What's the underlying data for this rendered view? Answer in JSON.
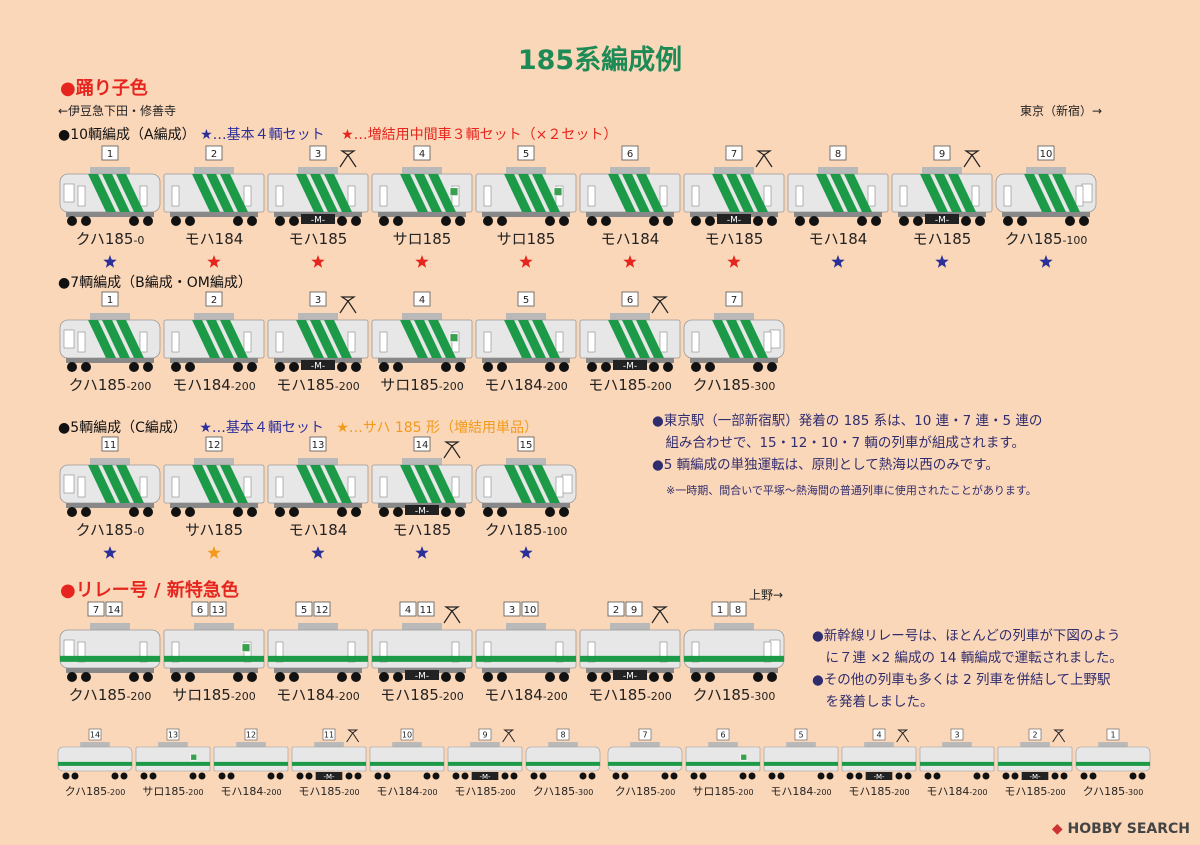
{
  "title": "185系編成例",
  "odoriko": {
    "heading": "●踊り子色",
    "dir_left": "←伊豆急下田・修善寺",
    "dir_right": "東京（新宿）→",
    "f10": {
      "head_a": "●10輌編成（A編成）",
      "head_b": "★…基本４輌セット",
      "head_c": "★…増結用中間車３輌セット（×２セット）",
      "cars": [
        {
          "no": "1",
          "name": "クハ185",
          "sub": "-0",
          "star": "blue"
        },
        {
          "no": "2",
          "name": "モハ184",
          "sub": "",
          "star": "red"
        },
        {
          "no": "3",
          "name": "モハ185",
          "sub": "",
          "star": "red",
          "m": true,
          "panto": true
        },
        {
          "no": "4",
          "name": "サロ185",
          "sub": "",
          "star": "red",
          "green": true
        },
        {
          "no": "5",
          "name": "サロ185",
          "sub": "",
          "star": "red",
          "green": true
        },
        {
          "no": "6",
          "name": "モハ184",
          "sub": "",
          "star": "red"
        },
        {
          "no": "7",
          "name": "モハ185",
          "sub": "",
          "star": "red",
          "m": true,
          "panto": true
        },
        {
          "no": "8",
          "name": "モハ184",
          "sub": "",
          "star": "blue"
        },
        {
          "no": "9",
          "name": "モハ185",
          "sub": "",
          "star": "blue",
          "m": true,
          "panto": true
        },
        {
          "no": "10",
          "name": "クハ185",
          "sub": "-100",
          "star": "blue"
        }
      ]
    },
    "f7": {
      "head": "●7輌編成（B編成・OM編成）",
      "cars": [
        {
          "no": "1",
          "name": "クハ185",
          "sub": "-200"
        },
        {
          "no": "2",
          "name": "モハ184",
          "sub": "-200"
        },
        {
          "no": "3",
          "name": "モハ185",
          "sub": "-200",
          "m": true,
          "panto": true
        },
        {
          "no": "4",
          "name": "サロ185",
          "sub": "-200",
          "green": true
        },
        {
          "no": "5",
          "name": "モハ184",
          "sub": "-200"
        },
        {
          "no": "6",
          "name": "モハ185",
          "sub": "-200",
          "m": true,
          "panto": true
        },
        {
          "no": "7",
          "name": "クハ185",
          "sub": "-300"
        }
      ]
    },
    "f5": {
      "head_a": "●5輌編成（C編成）",
      "head_b": "★…基本４輌セット",
      "head_c": "★…サハ 185 形（増結用単品）",
      "cars": [
        {
          "no": "11",
          "name": "クハ185",
          "sub": "-0",
          "star": "blue"
        },
        {
          "no": "12",
          "name": "サハ185",
          "sub": "",
          "star": "orange"
        },
        {
          "no": "13",
          "name": "モハ184",
          "sub": "",
          "star": "blue"
        },
        {
          "no": "14",
          "name": "モハ185",
          "sub": "",
          "star": "blue",
          "m": true,
          "panto": true
        },
        {
          "no": "15",
          "name": "クハ185",
          "sub": "-100",
          "star": "blue"
        }
      ]
    },
    "notes": [
      "●東京駅（一部新宿駅）発着の 185 系は、10 連・7 連・5 連の",
      "　組み合わせで、15・12・10・7 輌の列車が組成されます。",
      "●5 輌編成の単独運転は、原則として熱海以西のみです。"
    ],
    "note_small": "※一時期、間合いで平塚〜熱海間の普通列車に使用されたことがあります。"
  },
  "relay": {
    "heading": "●リレー号 / 新特急色",
    "dir_right": "上野→",
    "cars": [
      {
        "n1": "7",
        "n2": "14",
        "name": "クハ185",
        "sub": "-200"
      },
      {
        "n1": "6",
        "n2": "13",
        "name": "サロ185",
        "sub": "-200",
        "green": true
      },
      {
        "n1": "5",
        "n2": "12",
        "name": "モハ184",
        "sub": "-200"
      },
      {
        "n1": "4",
        "n2": "11",
        "name": "モハ185",
        "sub": "-200",
        "m": true,
        "panto": true
      },
      {
        "n1": "3",
        "n2": "10",
        "name": "モハ184",
        "sub": "-200"
      },
      {
        "n1": "2",
        "n2": "9",
        "name": "モハ185",
        "sub": "-200",
        "m": true,
        "panto": true
      },
      {
        "n1": "1",
        "n2": "8",
        "name": "クハ185",
        "sub": "-300"
      }
    ],
    "notes": [
      "●新幹線リレー号は、ほとんどの列車が下図のよう",
      "　に７連 ×2 編成の 14 輌編成で運転されました。",
      "●その他の列車も多くは 2 列車を併結して上野駅",
      "　を発着しました。"
    ],
    "small_cars": [
      {
        "no": "14",
        "name": "クハ185",
        "sub": "-200"
      },
      {
        "no": "13",
        "name": "サロ185",
        "sub": "-200",
        "green": true
      },
      {
        "no": "12",
        "name": "モハ184",
        "sub": "-200"
      },
      {
        "no": "11",
        "name": "モハ185",
        "sub": "-200",
        "m": true,
        "panto": true
      },
      {
        "no": "10",
        "name": "モハ184",
        "sub": "-200"
      },
      {
        "no": "9",
        "name": "モハ185",
        "sub": "-200",
        "m": true,
        "panto": true
      },
      {
        "no": "8",
        "name": "クハ185",
        "sub": "-300"
      },
      {
        "no": "7",
        "name": "クハ185",
        "sub": "-200"
      },
      {
        "no": "6",
        "name": "サロ185",
        "sub": "-200",
        "green": true
      },
      {
        "no": "5",
        "name": "モハ184",
        "sub": "-200"
      },
      {
        "no": "4",
        "name": "モハ185",
        "sub": "-200",
        "m": true,
        "panto": true
      },
      {
        "no": "3",
        "name": "モハ184",
        "sub": "-200"
      },
      {
        "no": "2",
        "name": "モハ185",
        "sub": "-200",
        "m": true,
        "panto": true
      },
      {
        "no": "1",
        "name": "クハ185",
        "sub": "-300"
      }
    ]
  },
  "m_label": "-M-",
  "watermark": {
    "brand": "HOBBY SEARCH"
  },
  "colors": {
    "background": "#fbd7b9",
    "title": "#1e8a55",
    "stripe": "#1d9a48",
    "red": "#e6261e",
    "blue": "#2b2f9a",
    "orange": "#f29a1b",
    "body": "#e7e7e7"
  }
}
